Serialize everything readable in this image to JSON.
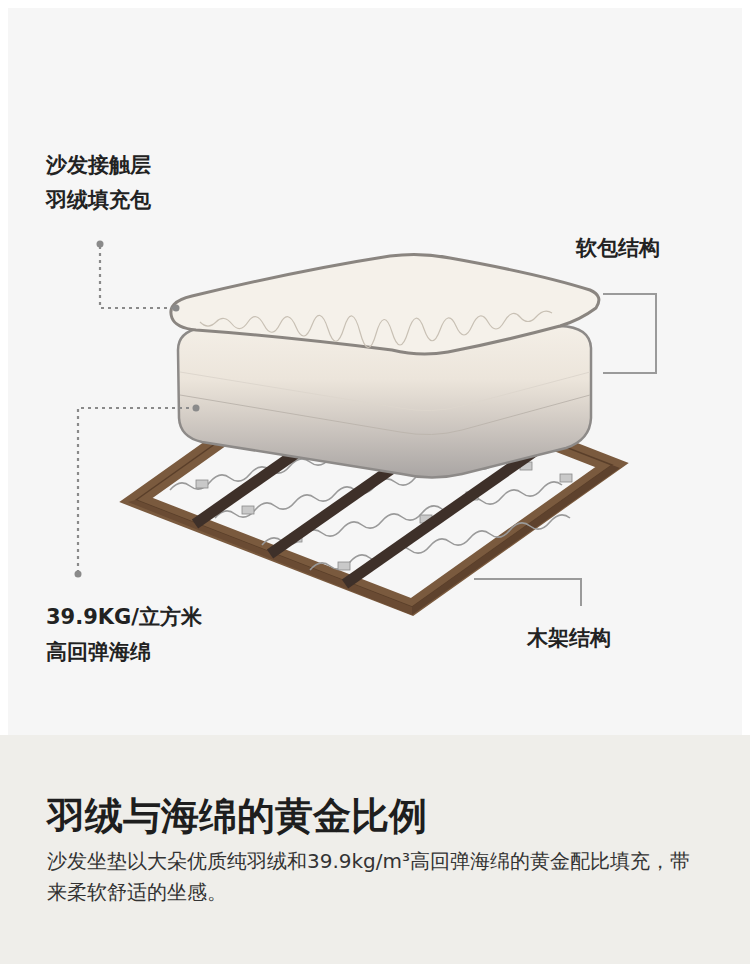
{
  "diagram": {
    "title": "羽绒与海绵的黄金比例",
    "caption": "沙发坐垫以大朵优质纯羽绒和39.9kg/m³高回弹海绵的黄金配比填充，带来柔软舒适的坐感。",
    "labels": [
      "沙发接触层 羽绒填充包",
      "软包结构",
      "39.9KG/立方米 高回弹海绵",
      "木架结构"
    ]
  }
}
